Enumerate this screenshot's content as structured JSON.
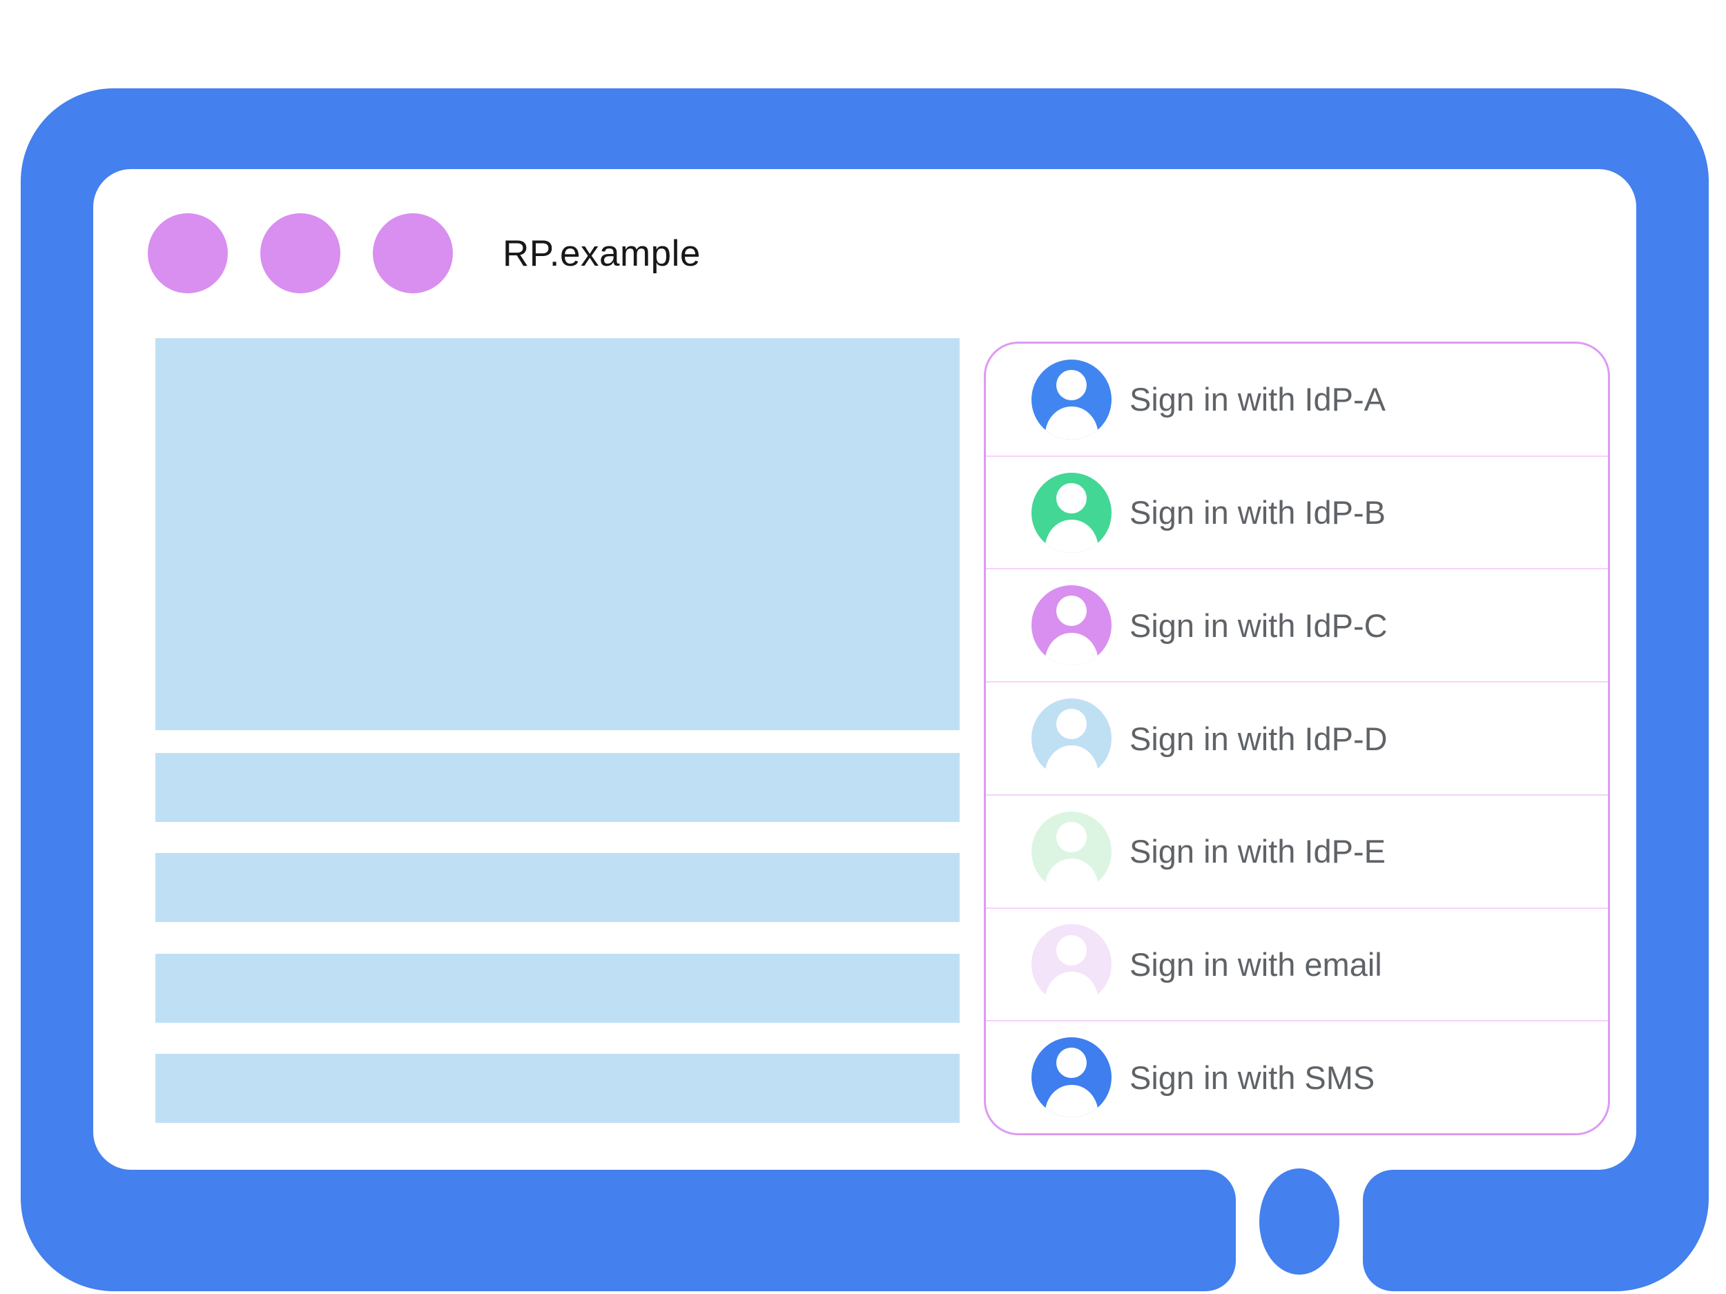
{
  "colors": {
    "frame-blue": "#4480EE",
    "content-blue": "#BFE0F4",
    "dot-purple": "#D98FEF",
    "panel-border": "#DD9AF2",
    "divider-pink": "#F5D3F8",
    "label-gray": "#5F6368",
    "title-black": "#17181A",
    "surface-white": "#FFFFFF"
  },
  "titlebar": {
    "title": "RP.example"
  },
  "signin_panel": {
    "items": [
      {
        "label": "Sign in with IdP-A",
        "avatar_color": "#4185F0",
        "icon": "person-icon"
      },
      {
        "label": "Sign in with IdP-B",
        "avatar_color": "#42D795",
        "icon": "person-icon"
      },
      {
        "label": "Sign in with IdP-C",
        "avatar_color": "#D98FEF",
        "icon": "person-icon"
      },
      {
        "label": "Sign in with IdP-D",
        "avatar_color": "#BFDFF3",
        "icon": "person-icon"
      },
      {
        "label": "Sign in with IdP-E",
        "avatar_color": "#DCF5E2",
        "icon": "person-icon"
      },
      {
        "label": "Sign in with email",
        "avatar_color": "#F3E4FA",
        "icon": "person-icon"
      },
      {
        "label": "Sign in with SMS",
        "avatar_color": "#3E7EEF",
        "icon": "person-icon"
      }
    ]
  }
}
